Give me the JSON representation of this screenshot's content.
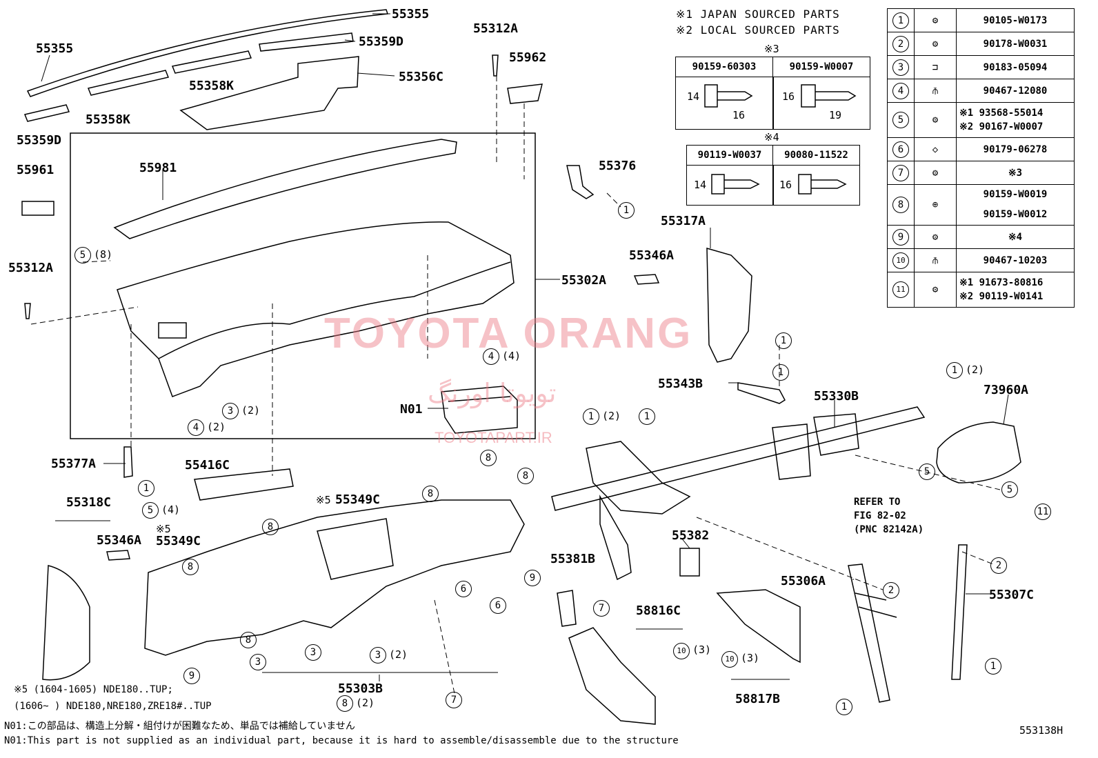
{
  "legend": {
    "japan": "※1 JAPAN SOURCED PARTS",
    "local": "※2 LOCAL SOURCED PARTS"
  },
  "subtable3": {
    "mark": "※3",
    "pn_a": "90159-60303",
    "pn_b": "90159-W0007",
    "dim_a1": "14",
    "dim_a2": "16",
    "dim_b1": "16",
    "dim_b2": "19"
  },
  "subtable4": {
    "mark": "※4",
    "pn_a": "90119-W0037",
    "pn_b": "90080-11522",
    "dim_a1": "14",
    "dim_b1": "16"
  },
  "bolt_table": [
    {
      "num": "1",
      "pn": "90105-W0173"
    },
    {
      "num": "2",
      "pn": "90178-W0031"
    },
    {
      "num": "3",
      "pn": "90183-05094"
    },
    {
      "num": "4",
      "pn": "90467-12080"
    },
    {
      "num": "5",
      "pn": "※1 93568-55014",
      "pn2": "※2 90167-W0007"
    },
    {
      "num": "6",
      "pn": "90179-06278"
    },
    {
      "num": "7",
      "pn": "※3"
    },
    {
      "num": "8",
      "pn": "90159-W0019",
      "pn2": "90159-W0012"
    },
    {
      "num": "9",
      "pn": "※4"
    },
    {
      "num": "10",
      "pn": "90467-10203"
    },
    {
      "num": "11",
      "pn": "※1 91673-80816",
      "pn2": "※2 90119-W0141"
    }
  ],
  "labels": {
    "p55355a": "55355",
    "p55355b": "55355",
    "p55359d_a": "55359D",
    "p55359d_b": "55359D",
    "p55356c": "55356C",
    "p55358k_a": "55358K",
    "p55358k_b": "55358K",
    "p55312a_a": "55312A",
    "p55312a_b": "55312A",
    "p55962": "55962",
    "p55961": "55961",
    "p55981": "55981",
    "p55376": "55376",
    "p55302a": "55302A",
    "p55317a": "55317A",
    "p55346a_a": "55346A",
    "p55346a_b": "55346A",
    "p55343b": "55343B",
    "p55330b": "55330B",
    "p73960a": "73960A",
    "pn01": "N01",
    "p55377a": "55377A",
    "p55416c": "55416C",
    "p55318c": "55318C",
    "p55349c_a": "55349C",
    "p55349c_b": "55349C",
    "p55382": "55382",
    "p55381b": "55381B",
    "p55306a": "55306A",
    "p55307c": "55307C",
    "p58816c": "58816C",
    "p58817b": "58817B",
    "p55303b": "55303B"
  },
  "callouts": {
    "c5_8": "(8)",
    "c4_4": "(4)",
    "c3_2": "(2)",
    "c4_2": "(2)",
    "c1_2a": "(2)",
    "c1_2b": "(2)",
    "c5_4": "(4)",
    "c3_2b": "(2)",
    "c8_2": "(2)",
    "c10_3a": "(3)",
    "c10_3b": "(3)"
  },
  "refer": {
    "line1": "REFER TO",
    "line2": "FIG 82-02",
    "line3": "(PNC 82142A)"
  },
  "mark5a": "※5",
  "mark5b": "※5",
  "notes": {
    "n1": "※5 (1604-1605) NDE180..TUP;",
    "n2": "(1606~       ) NDE180,NRE180,ZRE18#..TUP",
    "n3": "N01:この部品は、構造上分解・組付けが困難なため、単品では補給していません",
    "n4": "N01:This part is not supplied as an individual part, because it is hard to assemble/disassemble due to the structure"
  },
  "figure_number": "553138H",
  "watermark": {
    "line1": "TOYOTA ORANG",
    "line2": "تویوتا اورنگ",
    "line3": "TOYOTAPART.IR"
  }
}
